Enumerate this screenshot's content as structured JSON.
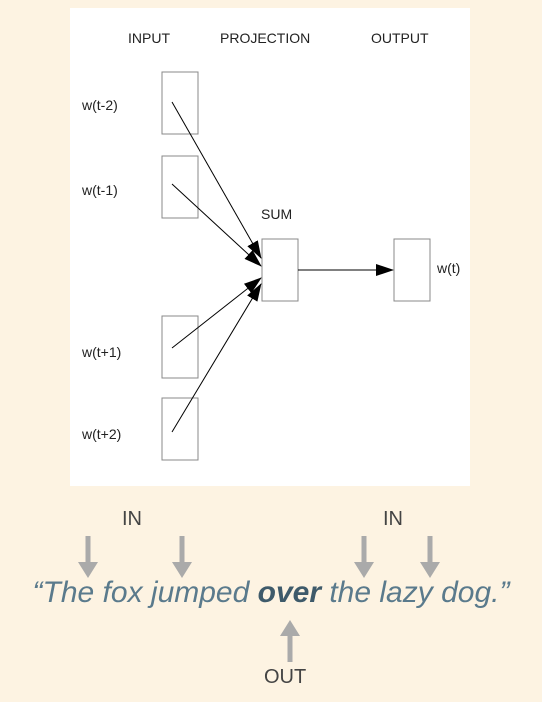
{
  "diagram": {
    "headers": {
      "input": "INPUT",
      "projection": "PROJECTION",
      "output": "OUTPUT"
    },
    "inputs": [
      "w(t-2)",
      "w(t-1)",
      "w(t+1)",
      "w(t+2)"
    ],
    "sum_label": "SUM",
    "output_word": "w(t)"
  },
  "caption": {
    "in_left": "IN",
    "in_right": "IN",
    "out": "OUT",
    "sentence_before": "“The fox jumped ",
    "sentence_target": "over",
    "sentence_after": " the lazy dog.”"
  },
  "colors": {
    "background": "#fdf3e2",
    "panel": "#ffffff",
    "arrow": "#aaaaaa",
    "sentence": "#5a7a8c"
  }
}
